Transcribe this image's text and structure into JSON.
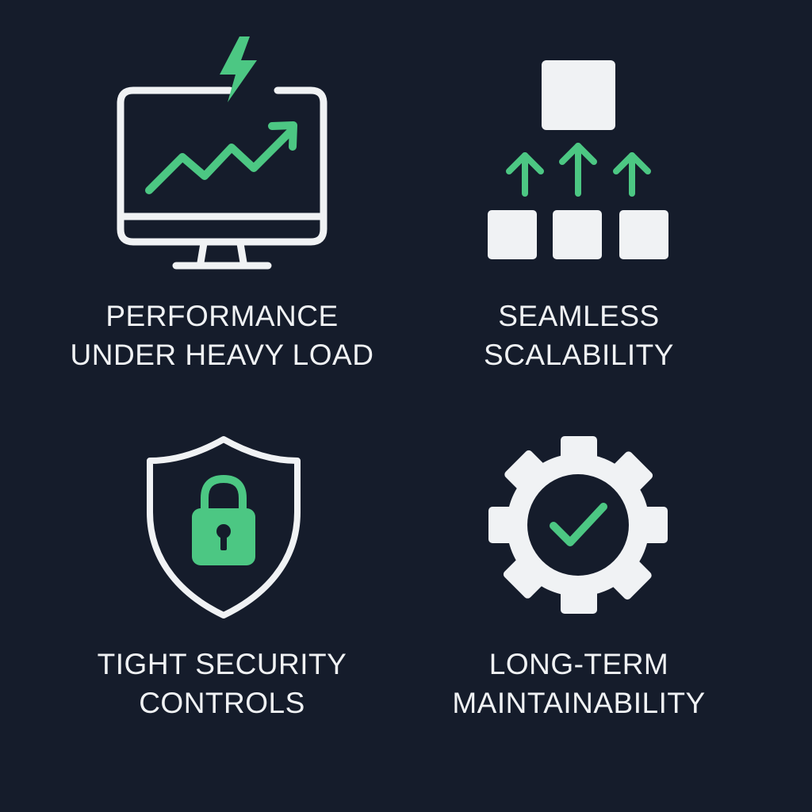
{
  "colors": {
    "background": "#151c2b",
    "foreground": "#f0f2f4",
    "accent": "#4cc783"
  },
  "features": [
    {
      "icon": "monitor-growth-lightning-icon",
      "line1": "PERFORMANCE",
      "line2": "UNDER HEAVY LOAD"
    },
    {
      "icon": "scaling-blocks-icon",
      "line1": "SEAMLESS",
      "line2": "SCALABILITY"
    },
    {
      "icon": "shield-lock-icon",
      "line1": "TIGHT SECURITY",
      "line2": "CONTROLS"
    },
    {
      "icon": "gear-check-icon",
      "line1": "LONG-TERM",
      "line2": "MAINTAINABILITY"
    }
  ]
}
